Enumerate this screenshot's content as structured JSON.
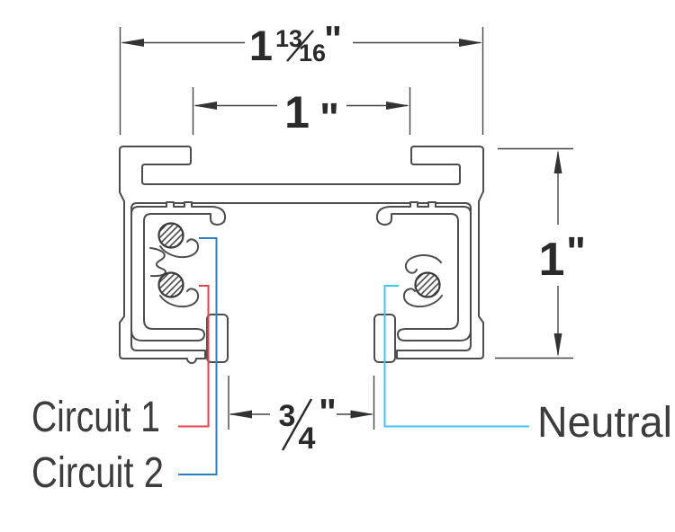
{
  "diagram": {
    "type": "track-lighting-cross-section",
    "description": "Two-circuit track cross-section with dimensions"
  },
  "dimensions": {
    "overall_width": {
      "whole": "1",
      "num": "13",
      "den": "16",
      "unit": "\""
    },
    "top_opening": {
      "value": "1",
      "unit": "\""
    },
    "height": {
      "value": "1",
      "unit": "\""
    },
    "bottom_slot": {
      "num": "3",
      "den": "4",
      "unit": "\""
    }
  },
  "labels": {
    "circuit_1": "Circuit 1",
    "circuit_2": "Circuit 2",
    "neutral": "Neutral"
  },
  "colors": {
    "circuit_1_leader": "#e8424b",
    "circuit_2_leader": "#2e7dc1",
    "neutral_leader": "#3ec6f2",
    "outline": "#4d4d4d",
    "dimension_line": "#454545",
    "dimension_text": "#2a2a2a",
    "label_text": "#3d3d3d"
  }
}
